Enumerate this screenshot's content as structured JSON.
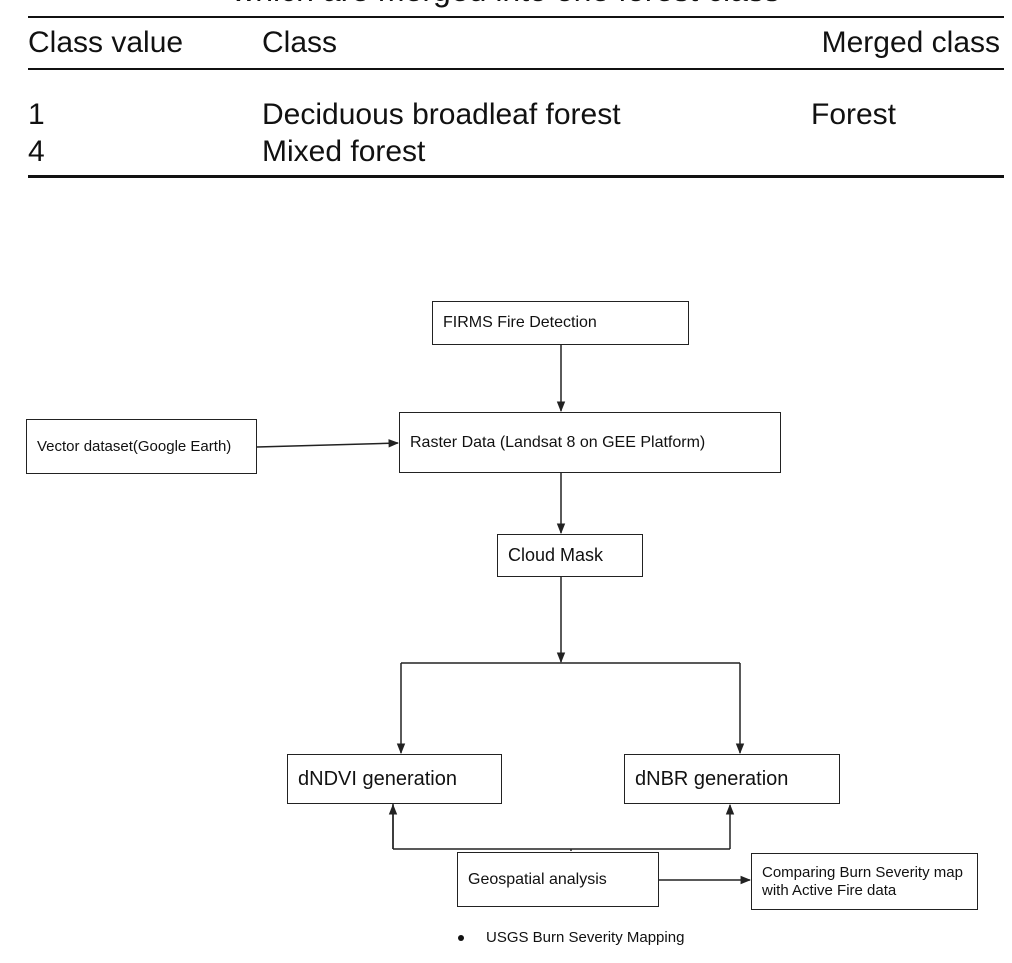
{
  "table": {
    "caption": "which are merged into one forest class",
    "headers": [
      "Class value",
      "Class",
      "Merged class"
    ],
    "rows": [
      {
        "value": "1",
        "class": "Deciduous broadleaf forest",
        "merged": "Forest"
      },
      {
        "value": "4",
        "class": "Mixed forest",
        "merged": ""
      }
    ]
  },
  "flowchart": {
    "nodes": {
      "firms": "FIRMS Fire Detection",
      "vector": "Vector dataset(Google Earth)",
      "raster": "Raster Data (Landsat 8 on GEE Platform)",
      "cloud": "Cloud Mask",
      "dndvi": "dNDVI generation",
      "dnbr": "dNBR generation",
      "geo": "Geospatial analysis",
      "compare": "Comparing Burn Severity map with Active Fire data"
    },
    "edges": [
      {
        "from": "firms",
        "to": "raster"
      },
      {
        "from": "vector",
        "to": "raster"
      },
      {
        "from": "raster",
        "to": "cloud"
      },
      {
        "from": "cloud",
        "to": "dndvi"
      },
      {
        "from": "cloud",
        "to": "dnbr"
      },
      {
        "from": "geo",
        "to": "dndvi"
      },
      {
        "from": "geo",
        "to": "dnbr"
      },
      {
        "from": "geo",
        "to": "compare"
      }
    ]
  },
  "bullet": "USGS Burn Severity Mapping",
  "colors": {
    "line": "#222222",
    "text": "#111111",
    "background": "#ffffff"
  }
}
